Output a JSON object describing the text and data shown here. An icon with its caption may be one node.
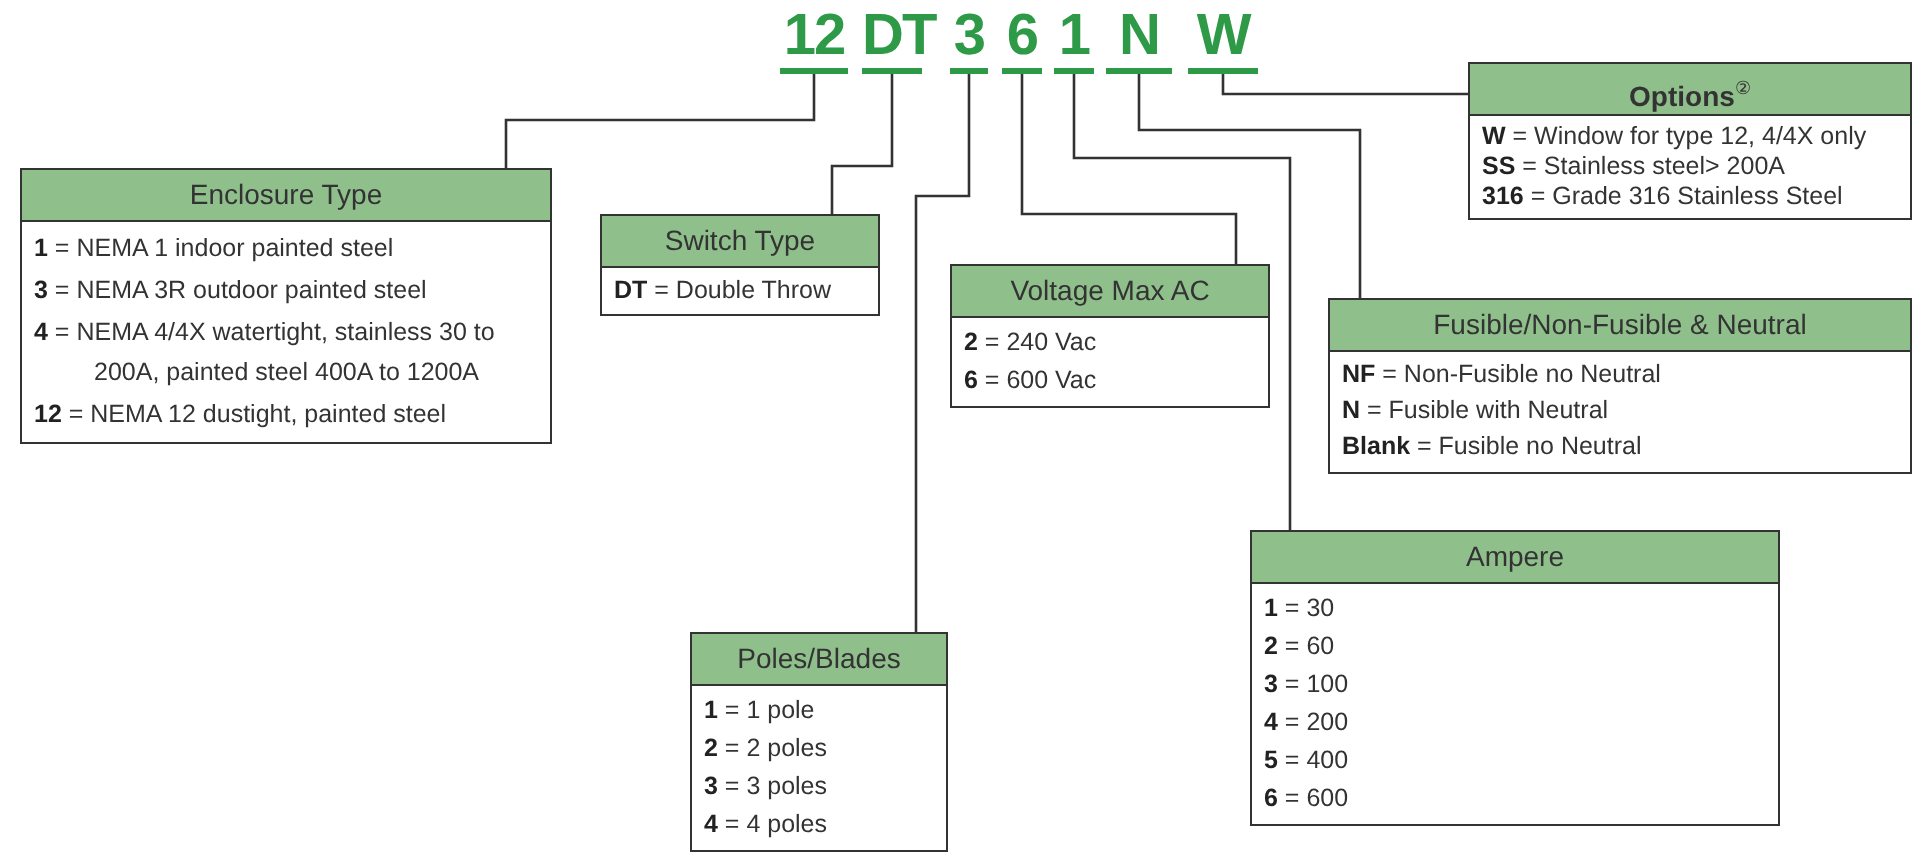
{
  "diagram": {
    "nodes": [
      {
        "text": [
          "12"
        ]
      },
      {
        "text": [
          "DT"
        ]
      },
      {
        "text": [
          "3"
        ]
      },
      {
        "text": [
          "6"
        ]
      },
      {
        "text": [
          "1"
        ]
      },
      {
        "text": [
          "N"
        ]
      },
      {
        "text": [
          "W"
        ]
      },
      {
        "text": [
          "Options$^{②}$",
          "**W** = Window for type 12, 4/4X only",
          "**SS** = Stainless steel> 200A",
          "**316** = Grade 316 Stainless Steel"
        ]
      },
      {
        "text": [
          "Enclosure Type",
          "**1** = NEMA 1 indoor painted steel",
          "**3** = NEMA 3R outdoor painted steel",
          "**4** = NEMA 4/4X watertight, stainless 30 to 200A, painted steel 400A to 1200A",
          "**12** = NEMA 12 dustight, painted steel"
        ]
      },
      {
        "text": [
          "Switch Type",
          "**DT** = Double Throw"
        ]
      },
      {
        "text": [
          "Voltage Max AC",
          "**2** = 240 Vac",
          "**6** = 600 Vac"
        ]
      },
      {
        "text": [
          "Fusible/Non-Fusible & Neutral",
          "**NF** = Non-Fusible no Neutral",
          "**N** = Fusible with Neutral",
          "**Blank** = Fusible no Neutral"
        ]
      },
      {
        "text": [
          "Ampere",
          "**1** = 30",
          "**2** = 60",
          "**3** = 100",
          "**4** = 200",
          "**5** = 400",
          "**6** = 600"
        ]
      },
      {
        "text": [
          "Poles/Blades",
          "**1** = 1 pole",
          "**2** = 2 poles",
          "**3** = 3 poles",
          "**4** = 4 poles"
        ]
      }
    ],
    "edges": [
      {
        "from": 0,
        "to": 8,
        "arrow": "none"
      },
      {
        "from": 1,
        "to": 9,
        "arrow": "none"
      },
      {
        "from": 2,
        "to": 13,
        "arrow": "none"
      },
      {
        "from": 3,
        "to": 10,
        "arrow": "none"
      },
      {
        "from": 4,
        "to": 12,
        "arrow": "none"
      },
      {
        "from": 5,
        "to": 11,
        "arrow": "none"
      },
      {
        "from": 6,
        "to": 7,
        "arrow": "none"
      }
    ]
  }
}
